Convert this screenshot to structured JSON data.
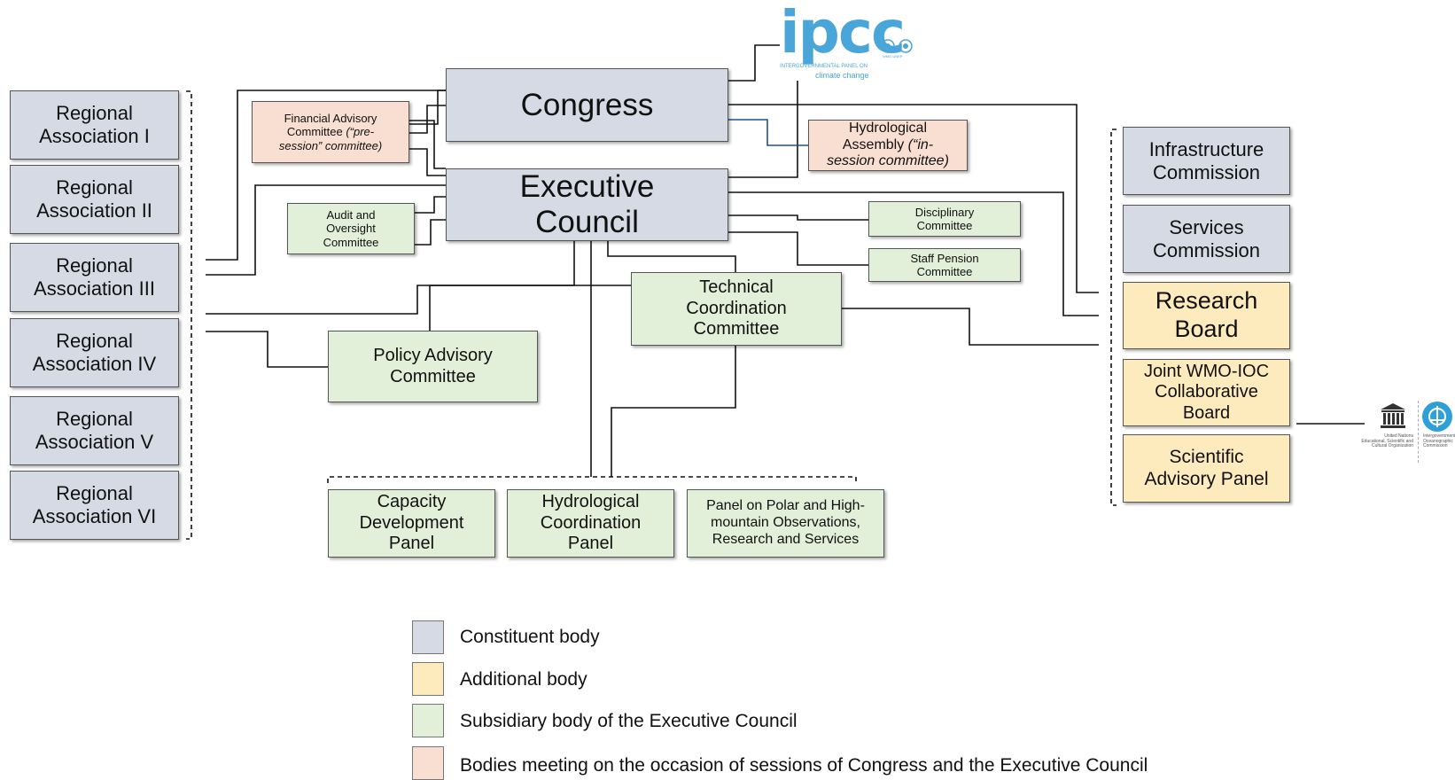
{
  "colors": {
    "constituent": "#d6dae4",
    "additional": "#fdebbd",
    "subsidiary": "#e2efd9",
    "meeting": "#f9dfd2",
    "line": "#111111",
    "blue_link": "#1f4e9b",
    "ipcc_blue": "#4aa5d9"
  },
  "logos": {
    "ipcc": {
      "word": "ipcc",
      "caption": "INTERGOVERNMENTAL PANEL ON",
      "caption2": "climate change",
      "partners": "WMO  UNEP"
    },
    "unesco": {
      "caption": "United Nations Educational, Scientific and Cultural Organization",
      "icon": "unesco-temple-icon"
    },
    "ioc": {
      "caption": "Intergovernmental Oceanographic Commission",
      "icon": "ioc-globe-icon"
    }
  },
  "regional": [
    "Regional\nAssociation I",
    "Regional\nAssociation II",
    "Regional\nAssociation III",
    "Regional\nAssociation IV",
    "Regional\nAssociation V",
    "Regional\nAssociation VI"
  ],
  "congress": "Congress",
  "executive_council": "Executive\nCouncil",
  "financial_advisory": {
    "main": "Financial Advisory\nCommittee ",
    "italic": "(“pre-\nsession” committee)"
  },
  "audit": "Audit and\nOversight\nCommittee",
  "hydrological_assembly": {
    "main": "Hydrological\nAssembly ",
    "italic": "(“in-\nsession committee)"
  },
  "disciplinary": "Disciplinary\nCommittee",
  "staff_pension": "Staff Pension\nCommittee",
  "technical_coordination": "Technical\nCoordination\nCommittee",
  "policy_advisory": "Policy Advisory\nCommittee",
  "panels": [
    "Capacity\nDevelopment\nPanel",
    "Hydrological\nCoordination\nPanel",
    "Panel on Polar and High-\nmountain Observations,\nResearch and Services"
  ],
  "commissions": [
    "Infrastructure\nCommission",
    "Services\nCommission"
  ],
  "research_board": "Research\nBoard",
  "joint_board": "Joint WMO-IOC\nCollaborative\nBoard",
  "scientific_panel": "Scientific\nAdvisory Panel",
  "legend": [
    {
      "label": "Constituent body",
      "color": "#d6dae4"
    },
    {
      "label": "Additional body",
      "color": "#fdebbd"
    },
    {
      "label": "Subsidiary body of the Executive Council",
      "color": "#e2efd9"
    },
    {
      "label": "Bodies meeting on the occasion of sessions of Congress and the Executive Council",
      "color": "#f9dfd2"
    }
  ]
}
